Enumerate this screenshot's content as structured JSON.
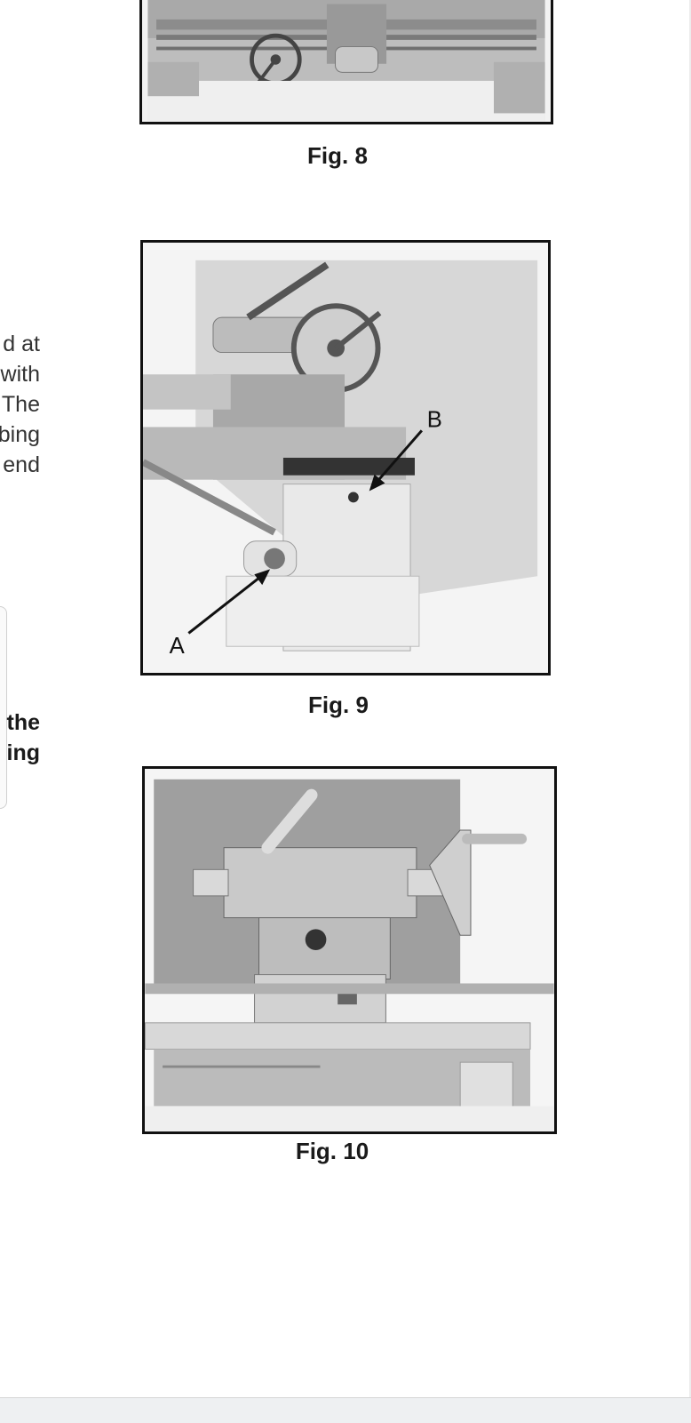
{
  "figures": {
    "fig8": {
      "caption": "Fig. 8"
    },
    "fig9": {
      "caption": "Fig. 9",
      "label_a": "A",
      "label_b": "B"
    },
    "fig10": {
      "caption": "Fig. 10"
    }
  },
  "left_text": {
    "lines": [
      "d at",
      "with",
      "The",
      "bing",
      "end"
    ],
    "bold_lines": [
      "the",
      "ing"
    ]
  }
}
